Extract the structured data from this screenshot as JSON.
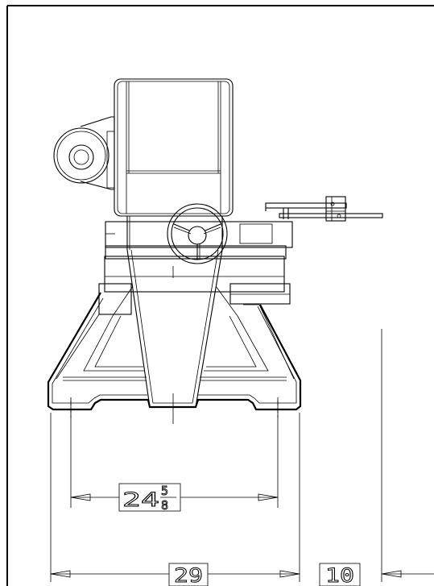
{
  "dimensions": {
    "inner_base_whole": "24",
    "inner_base_frac_num": "5",
    "inner_base_frac_den": "8",
    "outer_base": "29",
    "offset": "10"
  }
}
